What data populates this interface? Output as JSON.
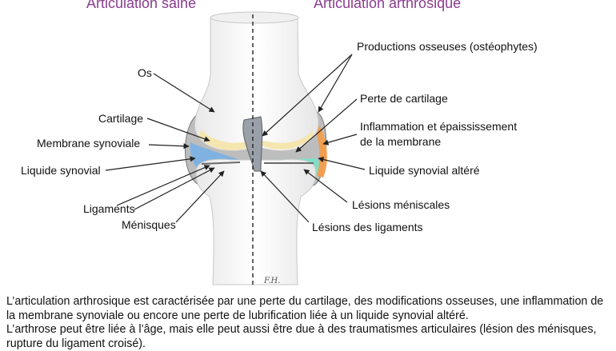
{
  "titles": {
    "left": "Articulation saine",
    "right": "Articulation arthrosique"
  },
  "labels_left": {
    "os": "Os",
    "cartilage": "Cartilage",
    "membrane": "Membrane synoviale",
    "liquide": "Liquide synovial",
    "ligaments": "Ligaments",
    "menisques": "Ménisques"
  },
  "labels_right": {
    "osteophytes": "Productions osseuses (ostéophytes)",
    "perte_cartilage": "Perte de cartilage",
    "inflammation_1": "Inflammation et épaississement",
    "inflammation_2": "de la membrane",
    "liquide_altere": "Liquide synovial altéré",
    "lesions_meniscales": "Lésions méniscales",
    "lesions_ligaments": "Lésions des ligaments"
  },
  "signature": "F.H.",
  "caption": {
    "p1": "L’articulation arthrosique est caractérisée par une perte du cartilage, des modifications osseuses, une inflammation de la membrane synoviale ou encore une perte de lubrification liée à un liquide synovial altéré.",
    "p2": "L’arthrose peut être liée à l’âge, mais elle peut aussi être due à des traumatismes articulaires (lésion des ménisques, rupture du ligament croisé)."
  },
  "colors": {
    "title": "#8a3d8f",
    "bone": "#f4f4f4",
    "cartilage": "#f5e6b0",
    "synovial_fluid": "#7fb2e0",
    "altered_fluid": "#7de0c8",
    "inflammation": "#f0a050",
    "membrane": "#9a9a9a"
  }
}
